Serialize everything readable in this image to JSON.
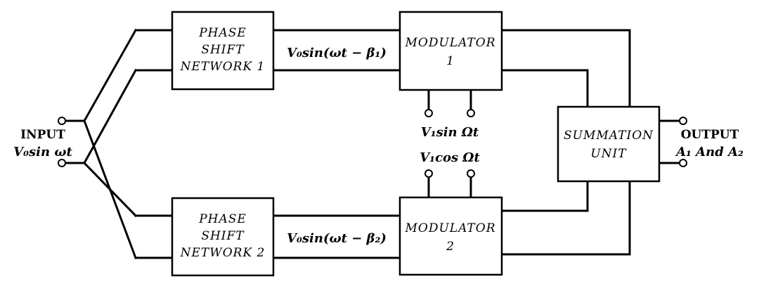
{
  "blocks": {
    "phase_shift_1": {
      "line1": "PHASE",
      "line2": "SHIFT",
      "line3": "NETWORK 1"
    },
    "phase_shift_2": {
      "line1": "PHASE",
      "line2": "SHIFT",
      "line3": "NETWORK 2"
    },
    "modulator_1": {
      "line1": "MODULATOR",
      "line2": "1"
    },
    "modulator_2": {
      "line1": "MODULATOR",
      "line2": "2"
    },
    "summation": {
      "line1": "SUMMATION",
      "line2": "UNIT"
    }
  },
  "signals": {
    "input_label": "INPUT",
    "input_signal": "V₀sin ωt",
    "output_label": "OUTPUT",
    "output_signal": "A₁ And A₂",
    "phase_out_1": "V₀sin(ωt − β₁)",
    "phase_out_2": "V₀sin(ωt − β₂)",
    "carrier_sin": "V₁sin Ωt",
    "carrier_cos": "V₁cos Ωt"
  }
}
